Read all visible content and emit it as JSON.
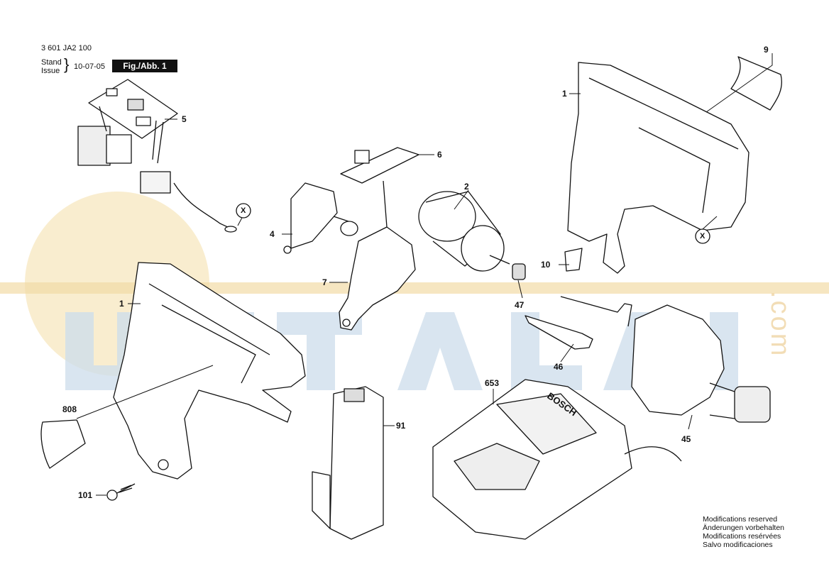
{
  "header": {
    "part_number": "3 601 JA2 100",
    "stand_label": "Stand",
    "issue_label": "Issue",
    "date": "10-07-05",
    "figure": "Fig./Abb. 1"
  },
  "watermark": {
    "text": ".com"
  },
  "callouts": {
    "c1a": "1",
    "c1b": "1",
    "c2": "2",
    "c4": "4",
    "c5": "5",
    "c6": "6",
    "c7": "7",
    "c9": "9",
    "c10": "10",
    "c45": "45",
    "c46": "46",
    "c47": "47",
    "c91": "91",
    "c101": "101",
    "c653": "653",
    "c808": "808",
    "xa": "X",
    "xb": "X"
  },
  "charger_brand": "BOSCH",
  "notes": [
    "Modifications reserved",
    "Änderungen vorbehalten",
    "Modifications resérvées",
    "Salvo modificaciones"
  ],
  "colors": {
    "line": "#111111",
    "watermark_blue": "#bcd0e4",
    "watermark_gold": "#f1d79c"
  }
}
